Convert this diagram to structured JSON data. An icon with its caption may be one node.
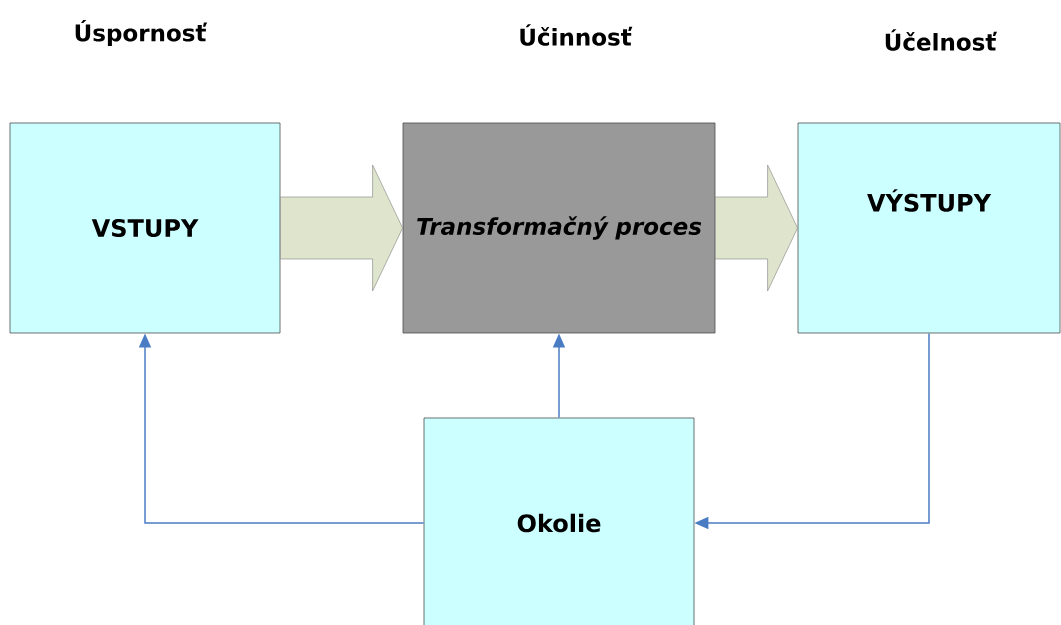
{
  "diagram": {
    "nodes": [
      {
        "text": [
          "VSTUPY"
        ]
      },
      {
        "text": [
          "Transformačný proces"
        ]
      },
      {
        "text": [
          "VÝSTUPY"
        ]
      },
      {
        "text": [
          "Okolie"
        ]
      }
    ],
    "edges": [
      {
        "from": 0,
        "to": 1,
        "arrow": "to",
        "style": "thick",
        "color": "#dfe5cc"
      },
      {
        "from": 1,
        "to": 2,
        "arrow": "to",
        "style": "thick",
        "color": "#dfe5cc"
      },
      {
        "from": 3,
        "to": 0,
        "arrow": "to"
      },
      {
        "from": 3,
        "to": 1,
        "arrow": "to"
      },
      {
        "from": 2,
        "to": 3,
        "arrow": "to"
      }
    ],
    "labels": [
      "Úspornosť",
      "Účinnosť",
      "Účelnosť"
    ]
  }
}
